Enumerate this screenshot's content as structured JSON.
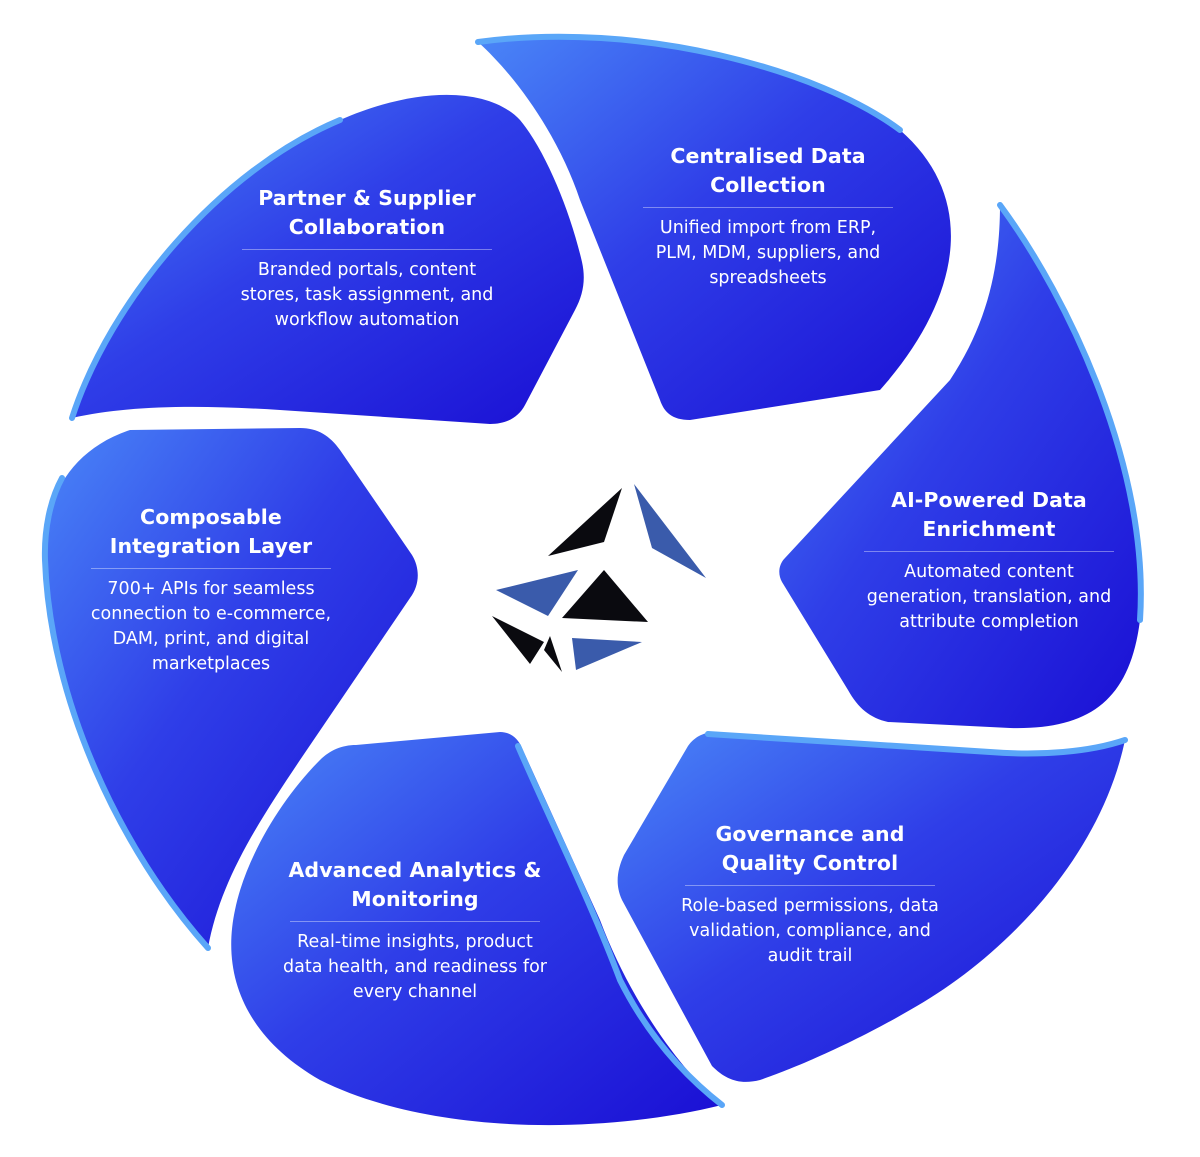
{
  "segments": [
    {
      "id": "centralised",
      "title": "Centralised Data Collection",
      "description": "Unified import from ERP, PLM, MDM, suppliers, and spreadsheets"
    },
    {
      "id": "ai-enrichment",
      "title": "AI-Powered Data Enrichment",
      "description": "Automated content generation, translation, and attribute completion"
    },
    {
      "id": "governance",
      "title": "Governance and Quality Control",
      "description": "Role-based permissions, data validation, compliance, and audit trail"
    },
    {
      "id": "analytics",
      "title": "Advanced Analytics & Monitoring",
      "description": "Real-time insights, product data health, and readiness for every channel"
    },
    {
      "id": "integration",
      "title": "Composable Integration Layer",
      "description": "700+ APIs for seamless connection to e-commerce, DAM, print, and digital marketplaces"
    },
    {
      "id": "partner",
      "title": "Partner & Supplier Collaboration",
      "description": "Branded portals, content stores, task assignment, and workflow automation"
    }
  ],
  "colors": {
    "petal_dark": "#1a0fd4",
    "petal_mid": "#2f3ee8",
    "petal_light": "#4a86f7",
    "petal_edge": "#5aa6f8",
    "logo_dark": "#0a0a0f",
    "logo_blue": "#3a5bab",
    "text": "#ffffff"
  },
  "center_logo": {
    "icon": "crystal-shard-logo-icon"
  }
}
